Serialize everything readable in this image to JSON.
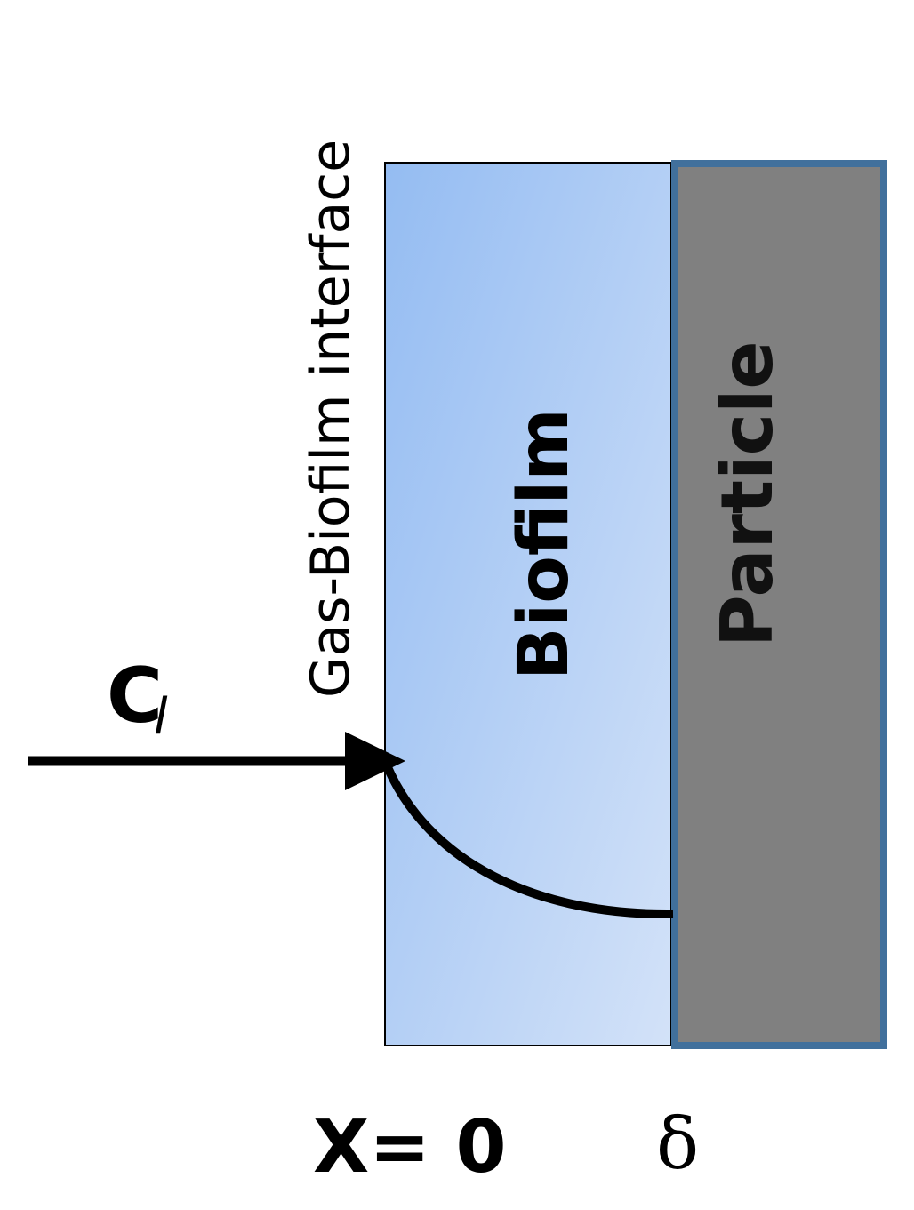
{
  "diagram": {
    "interface_label": "Gas-Biofilm interface",
    "biofilm_label": "Biofilm",
    "particle_label": "Particle",
    "concentration_symbol": "C",
    "concentration_subscript": "l",
    "x_origin_label": "X= 0",
    "thickness_label": "δ"
  },
  "colors": {
    "biofilm_gradient_start": "#94bcf2",
    "biofilm_gradient_end": "#d3e2f8",
    "particle_fill": "#808080",
    "particle_border": "#41709c",
    "line": "#000000"
  }
}
